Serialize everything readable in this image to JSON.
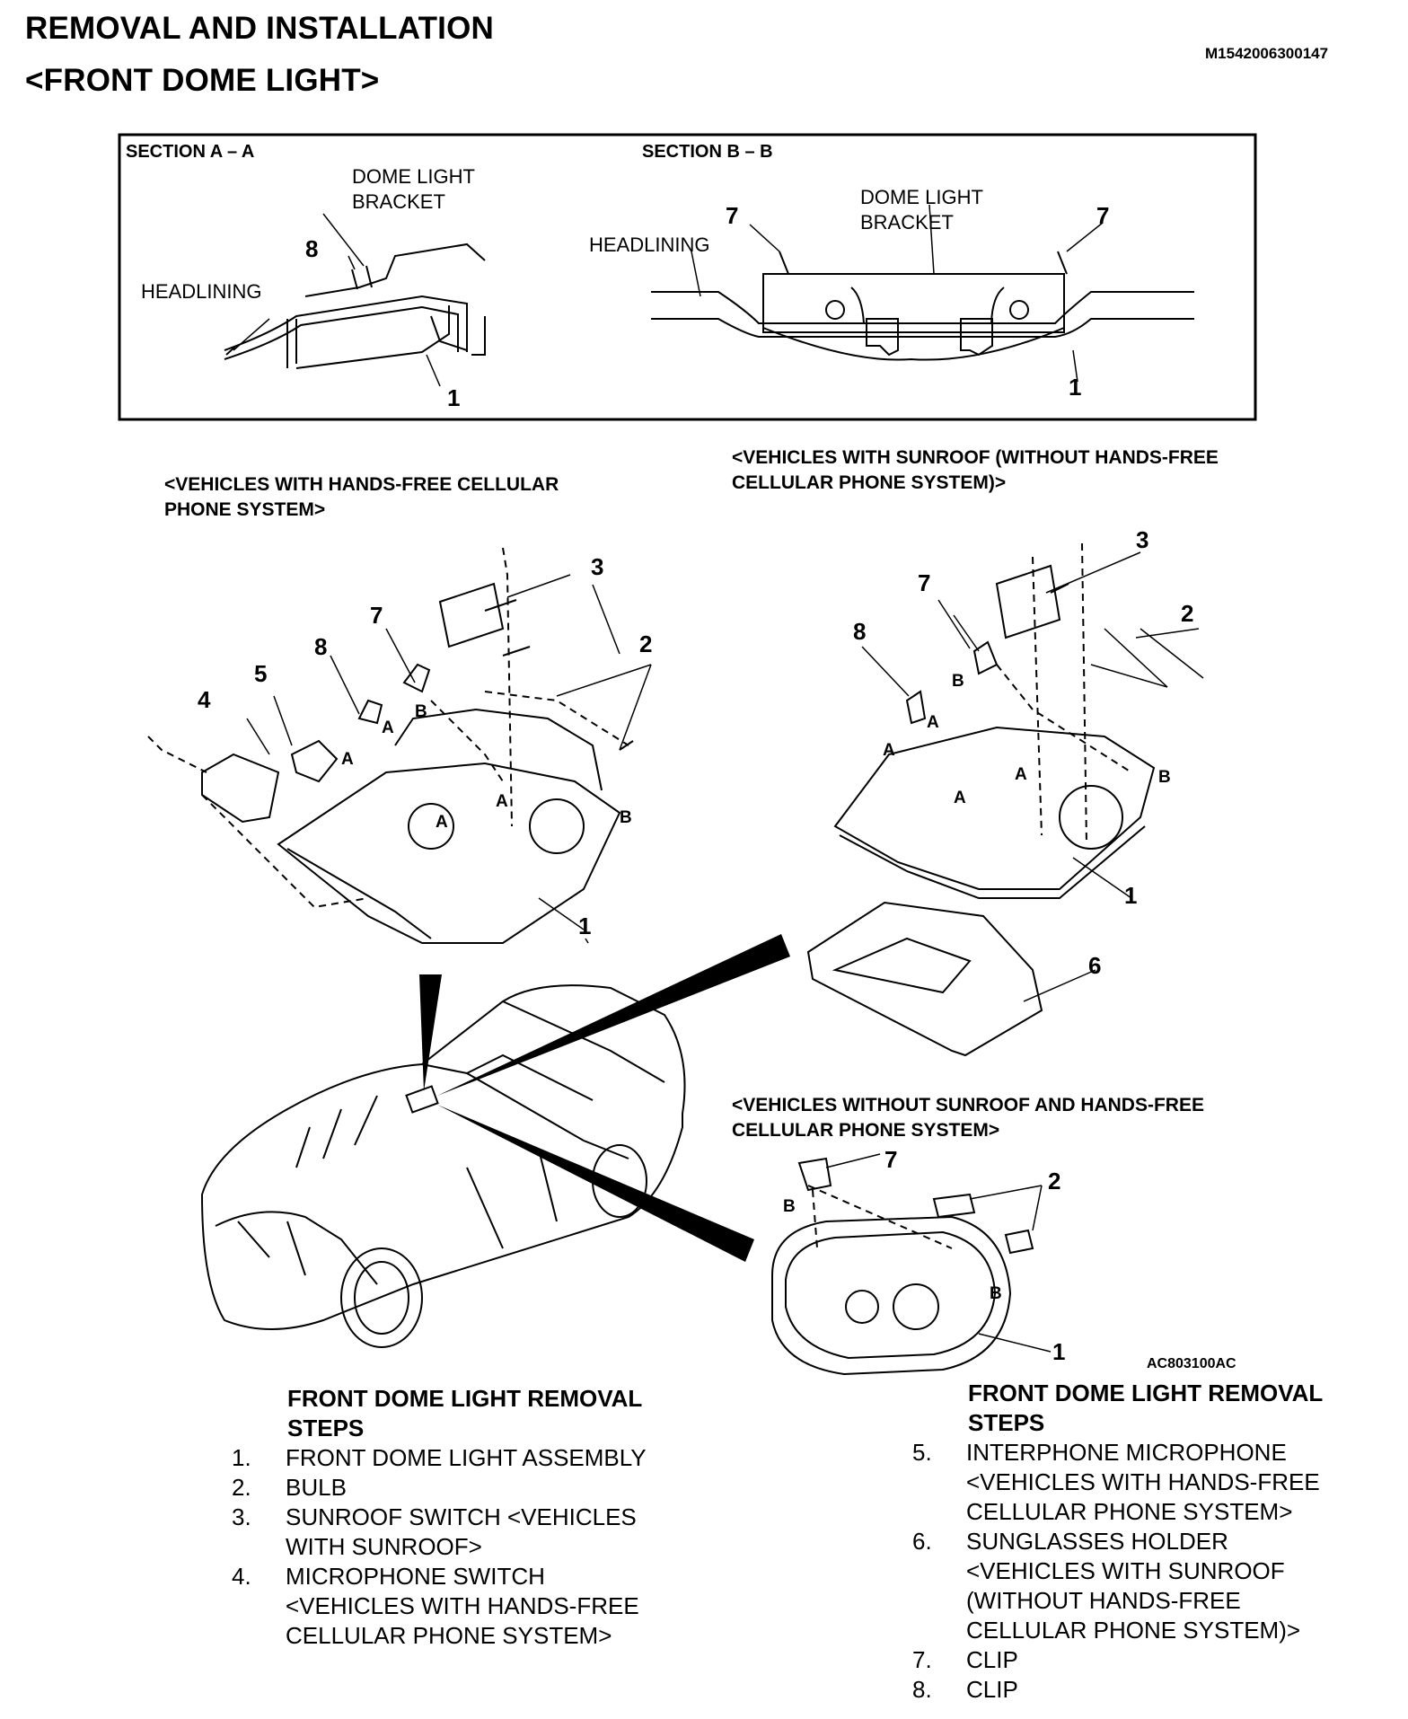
{
  "header": {
    "title": "REMOVAL AND INSTALLATION",
    "subtitle": "<FRONT DOME LIGHT>",
    "doc_id": "M1542006300147"
  },
  "section_box": {
    "section_a": {
      "title": "SECTION A – A",
      "dome_light_bracket": [
        "DOME LIGHT",
        "BRACKET"
      ],
      "headlining": "HEADLINING",
      "callout_8": "8",
      "callout_1": "1"
    },
    "section_b": {
      "title": "SECTION B – B",
      "dome_light_bracket": [
        "DOME LIGHT",
        "BRACKET"
      ],
      "headlining": "HEADLINING",
      "callout_7_left": "7",
      "callout_7_right": "7",
      "callout_1": "1"
    }
  },
  "diagrams": {
    "hands_free": {
      "caption": [
        "<VEHICLES WITH HANDS-FREE CELLULAR",
        "PHONE SYSTEM>"
      ],
      "callouts": {
        "c1": "1",
        "c2": "2",
        "c3": "3",
        "c4": "4",
        "c5": "5",
        "c7": "7",
        "c8": "8"
      },
      "letters": {
        "a1": "A",
        "a2": "A",
        "a3": "A",
        "a4": "A",
        "b1": "B",
        "b2": "B"
      }
    },
    "sunroof": {
      "caption": [
        "<VEHICLES WITH SUNROOF (WITHOUT HANDS-FREE",
        "CELLULAR PHONE SYSTEM)>"
      ],
      "callouts": {
        "c1": "1",
        "c2": "2",
        "c3": "3",
        "c6": "6",
        "c7": "7",
        "c8": "8"
      },
      "letters": {
        "a1": "A",
        "a2": "A",
        "a3": "A",
        "a4": "A",
        "b1": "B",
        "b2": "B"
      }
    },
    "without": {
      "caption": [
        "<VEHICLES WITHOUT SUNROOF AND HANDS-FREE",
        "CELLULAR PHONE SYSTEM>"
      ],
      "callouts": {
        "c1": "1",
        "c2": "2",
        "c7": "7"
      },
      "letters": {
        "b1": "B",
        "b2": "B"
      }
    },
    "figure_id": "AC803100AC"
  },
  "steps_left": {
    "title": [
      "FRONT DOME LIGHT REMOVAL",
      "STEPS"
    ],
    "items": [
      {
        "n": "1.",
        "lines": [
          "FRONT DOME LIGHT ASSEMBLY"
        ]
      },
      {
        "n": "2.",
        "lines": [
          "BULB"
        ]
      },
      {
        "n": "3.",
        "lines": [
          "SUNROOF SWITCH <VEHICLES",
          "WITH SUNROOF>"
        ]
      },
      {
        "n": "4.",
        "lines": [
          "MICROPHONE SWITCH",
          "<VEHICLES WITH HANDS-FREE",
          "CELLULAR PHONE SYSTEM>"
        ]
      }
    ]
  },
  "steps_right": {
    "title": [
      "FRONT DOME LIGHT REMOVAL",
      "STEPS"
    ],
    "items": [
      {
        "n": "5.",
        "lines": [
          "INTERPHONE MICROPHONE",
          "<VEHICLES WITH HANDS-FREE",
          "CELLULAR PHONE SYSTEM>"
        ]
      },
      {
        "n": "6.",
        "lines": [
          "SUNGLASSES HOLDER",
          "<VEHICLES WITH SUNROOF",
          "(WITHOUT HANDS-FREE",
          "CELLULAR PHONE SYSTEM)>"
        ]
      },
      {
        "n": "7.",
        "lines": [
          "CLIP"
        ]
      },
      {
        "n": "8.",
        "lines": [
          "CLIP"
        ]
      }
    ]
  }
}
